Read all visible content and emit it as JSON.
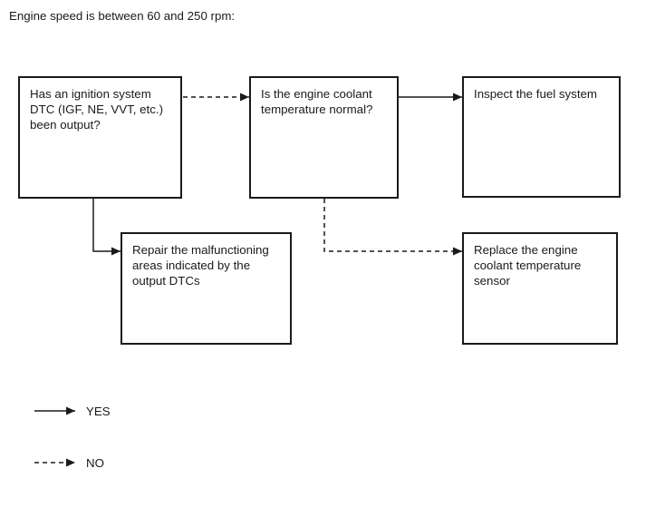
{
  "title": "Engine speed is between 60 and 250 rpm:",
  "flowchart": {
    "nodes": [
      {
        "id": "ignition-dtc-question",
        "label": "Has an ignition system DTC (IGF, NE, VVT, etc.) been output?"
      },
      {
        "id": "coolant-temp-question",
        "label": "Is the engine coolant temperature normal?"
      },
      {
        "id": "inspect-fuel-system",
        "label": "Inspect the fuel system"
      },
      {
        "id": "repair-dtc-areas",
        "label": "Repair the malfunctioning areas indicated by the output DTCs"
      },
      {
        "id": "replace-ect-sensor",
        "label": "Replace the engine coolant temperature sensor"
      }
    ],
    "edges": [
      {
        "from": "ignition-dtc-question",
        "to": "coolant-temp-question",
        "answer": "NO",
        "style": "dashed"
      },
      {
        "from": "ignition-dtc-question",
        "to": "repair-dtc-areas",
        "answer": "YES",
        "style": "solid"
      },
      {
        "from": "coolant-temp-question",
        "to": "inspect-fuel-system",
        "answer": "YES",
        "style": "solid"
      },
      {
        "from": "coolant-temp-question",
        "to": "replace-ect-sensor",
        "answer": "NO",
        "style": "dashed"
      }
    ]
  },
  "legend": {
    "entries": [
      {
        "symbol": "solid-arrow",
        "label": "YES"
      },
      {
        "symbol": "dashed-arrow",
        "label": "NO"
      }
    ]
  },
  "colors": {
    "ink": "#1a1a1a",
    "background": "#ffffff"
  }
}
